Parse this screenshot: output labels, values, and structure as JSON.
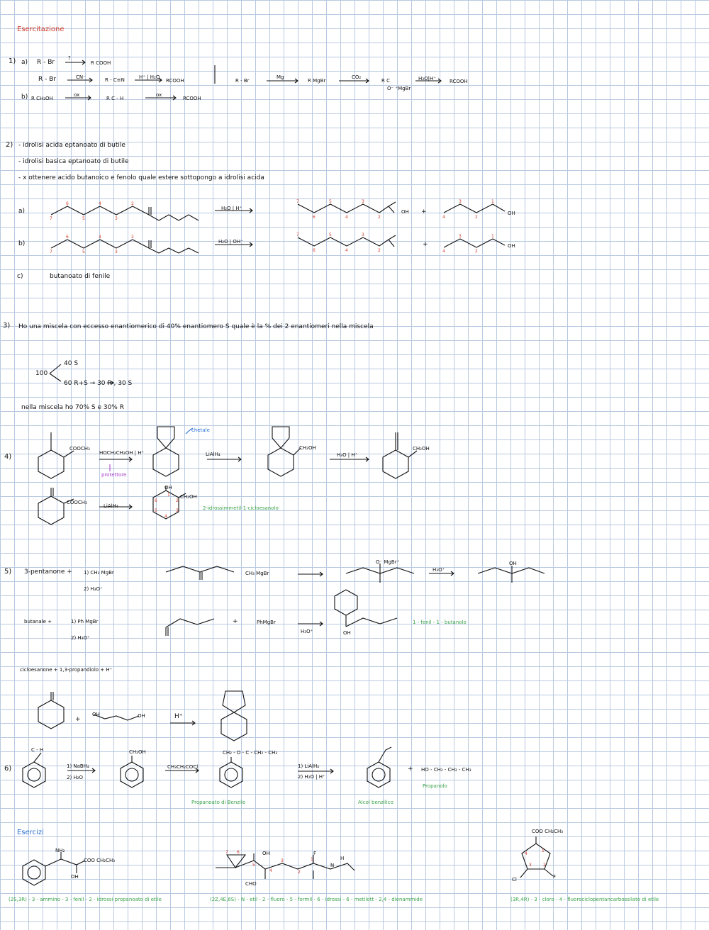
{
  "title": "Esercitazione",
  "esercizi_title": "Esercizi",
  "q1": {
    "num": "1)",
    "a": "a)",
    "a_reaction": "R - Br",
    "a_product": "R COOH",
    "a_question": "?",
    "route1_start": "R - Br",
    "route1_reagent": "CN⁻",
    "route1_mid": "R - C≡N",
    "route1_reagent2": "H⁺ | H₂O",
    "route1_end": "RCOOH",
    "route2_start": "R - Br",
    "route2_reagent": "Mg",
    "route2_mid": "R MgBr",
    "route2_reagent2": "CO₂",
    "route2_mid2": "R C",
    "route2_mid2_sub": "O⁻ ⁺MgBr",
    "route2_reagent3": "H₃O|H⁺",
    "route2_end": "RCOOH",
    "b": "b)",
    "b_start": "R CH₂OH",
    "b_reagent": "ox",
    "b_mid": "R C - H",
    "b_reagent2": "ox",
    "b_end": "RCOOH"
  },
  "q2": {
    "num": "2)",
    "line1": "- idrolisi acida eptanoato di butile",
    "line2": "- idrolisi basica eptanoato di butile",
    "line3": "- x ottenere acido butanoico e fenolo quale estere sottopongo a idrolisi acida",
    "a": "a)",
    "a_reagent": "H₂O | H⁺",
    "b": "b)",
    "b_reagent": "H₂O | OH⁻",
    "oh": "OH",
    "plus": "+",
    "c": "c)",
    "c_answer": "butanoato di fenile"
  },
  "q3": {
    "num": "3)",
    "question": "Ho una miscela con eccesso enantiomerico di 40% enantiomero S quale è la % dei 2 enantiomeri nella miscela",
    "total": "100",
    "branch1": "40 S",
    "branch2": "60 R+S → 30 R , 30 S",
    "answer": "nella miscela ho 70% S e 30% R"
  },
  "q4": {
    "num": "4)",
    "sub1": "COOCH₃",
    "reagent1": "HOCH₂CH₂OH | H⁺",
    "protettore": "protettore",
    "chetale": "chetale",
    "reagent2": "LiAlH₄",
    "ch2oh": "CH₂OH",
    "reagent3": "H₃O | H⁺",
    "reagent_b": "LiAlH₄",
    "oh": "OH",
    "name_b": "2-idrossimmetil-1-cicloesanolo"
  },
  "q5": {
    "num": "5)",
    "line1_start": "3-pentanone +",
    "line1_reag1": "1) CH₃ MgBr",
    "line1_reag2": "2) H₃O⁺",
    "grignard": "CH₃ MgBr",
    "alkoxide": "O⁻ MgBr⁺",
    "h3o": "H₃O⁺",
    "oh": "OH",
    "line2_start": "butanale +",
    "line2_reag1": "1) Ph MgBr",
    "line2_reag2": "2) H₃O⁺",
    "phmgbr": "PhMgBr",
    "h3o_2": "H₃O⁺",
    "product_name": "1 - fenil - 1 - butanolo",
    "line3": "cicloesanone + 1,3-propandiolo + H⁺",
    "hplus": "H⁺"
  },
  "q6": {
    "num": "6)",
    "ald": "C - H",
    "reag1": "1) NaBH₄",
    "reag1b": "2) H₂O",
    "ch2oh": "CH₂OH",
    "reag2": "CH₃CH₂COCl",
    "ester": "CH₂ - O - C - CH₂ - CH₃",
    "ester_name": "Propanoato di Benzile",
    "reag3": "1) LiAlH₄",
    "reag3b": "2) H₂O | H⁺",
    "alcohol_name": "Alcol benzilico",
    "product2": "HO - CH₂ - CH₂ - CH₃",
    "product2_name": "Propanolo",
    "plus": "+"
  },
  "esercizi": {
    "e1_nh2": "NH₂",
    "e1_ester": "COO CH₂CH₃",
    "e1_oh": "OH",
    "e1_name": "(2S,3R) - 3 - ammino - 3 - fenil - 2 - idrossi propanoato di etile",
    "e2_oh": "OH",
    "e2_f": "F",
    "e2_h": "H",
    "e2_n": "N",
    "e2_cho": "CHO",
    "e2_name": "(2Z,4E,6S) - N - etil - 2 - fluoro - 5 - formil - 6 - idrossi - 6 - metilott - 2,4 - dienammide",
    "e3_ester": "COO CH₂CH₃",
    "e3_cl": "Cl",
    "e3_f": "F",
    "e3_name": "(3R,4R) - 3 - cloro - 4 - fluorociclopentancarbossilato di etile"
  }
}
